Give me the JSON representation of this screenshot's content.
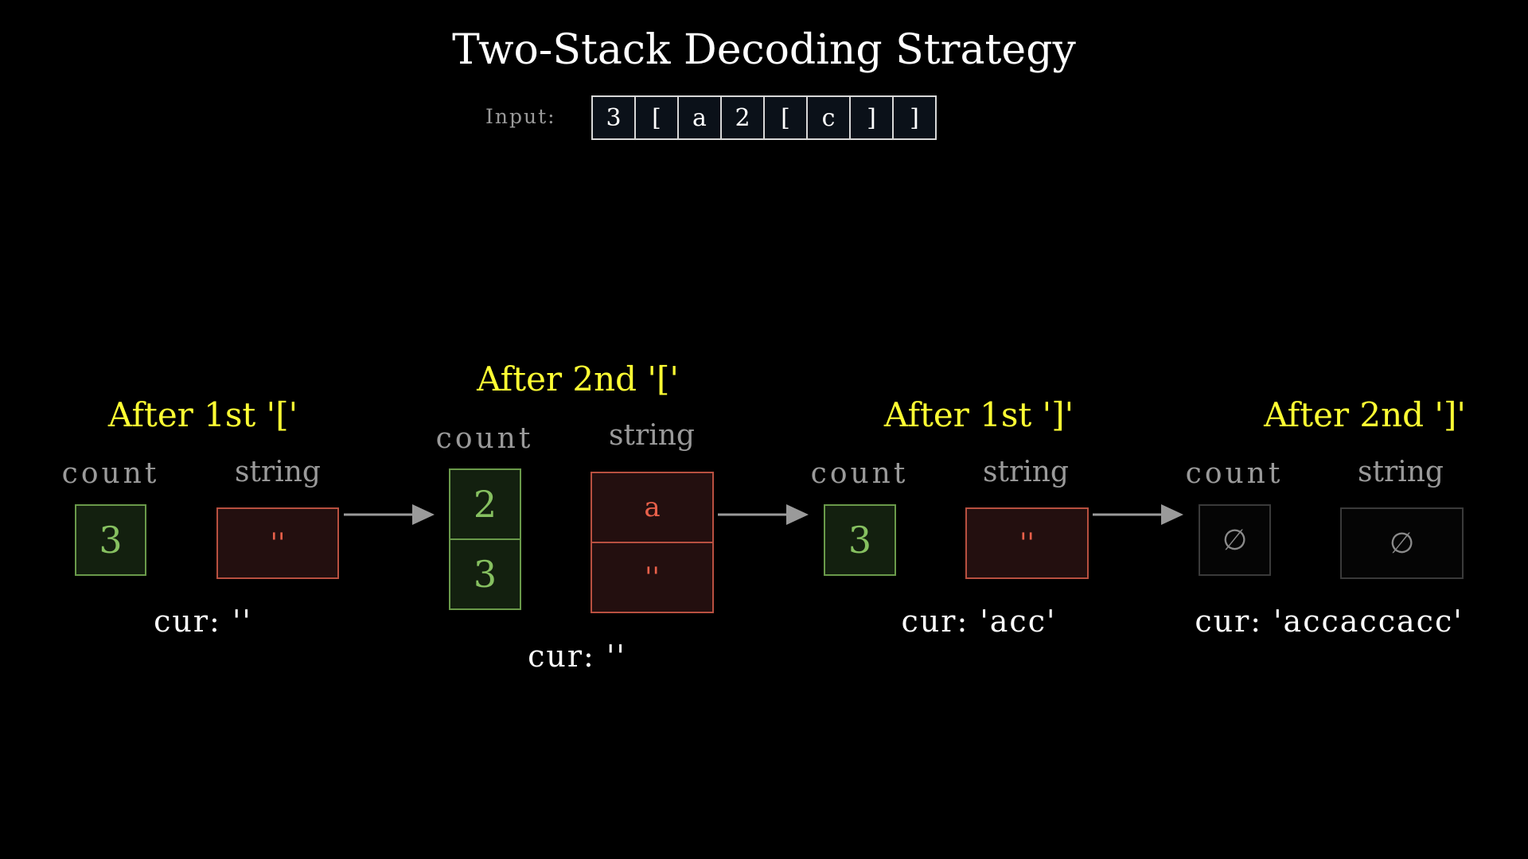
{
  "title": "Two-Stack Decoding Strategy",
  "input": {
    "label": "Input:",
    "chars": [
      "3",
      "[",
      "a",
      "2",
      "[",
      "c",
      "]",
      "]"
    ]
  },
  "labels": {
    "count": "count",
    "string": "string"
  },
  "panels": [
    {
      "heading": "After 1st '['",
      "count": [
        "3"
      ],
      "string": [
        "''"
      ],
      "cur": "cur: ''"
    },
    {
      "heading": "After 2nd '['",
      "count": [
        "2",
        "3"
      ],
      "string": [
        "a",
        "''"
      ],
      "cur": "cur: ''"
    },
    {
      "heading": "After 1st ']'",
      "count": [
        "3"
      ],
      "string": [
        "''"
      ],
      "cur": "cur: 'acc'"
    },
    {
      "heading": "After 2nd ']'",
      "count": [
        "∅"
      ],
      "string": [
        "∅"
      ],
      "cur": "cur: 'accaccacc'"
    }
  ],
  "colors": {
    "heading": "#ffff33",
    "count_fill": "#13200f",
    "count_border": "#6a9a4a",
    "count_text": "#86c060",
    "string_fill": "#230f0f",
    "string_border": "#b85040",
    "string_text": "#e8604a",
    "arrow": "#9a9a9a"
  }
}
